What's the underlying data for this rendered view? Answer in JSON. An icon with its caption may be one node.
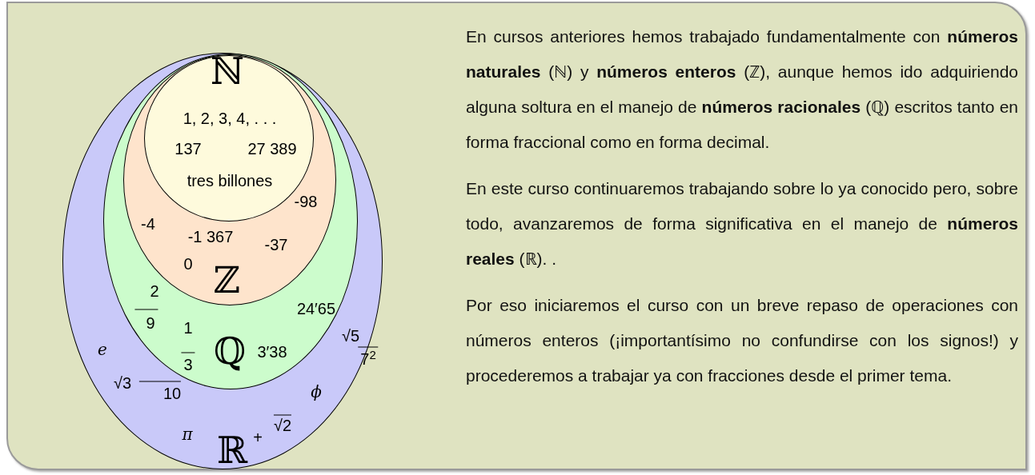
{
  "diagram": {
    "nodes": [
      {
        "text": [
          "En cursos anteriores hemos trabajado fundamentalmente con **números naturales** (ℕ) y **números enteros** (ℤ), aunque hemos ido adquiriendo alguna soltura en el manejo de **números racionales** (ℚ) escritos tanto en forma fraccional como en forma decimal.",
          "En este curso continuaremos trabajando sobre lo ya conocido pero, sobre todo, avanzaremos de forma significativa en el manejo de **números reales** (ℝ). .",
          "Por eso iniciaremos el curso con un breve repaso de operaciones con números enteros (¡importantísimo no confundirse con los signos!) y procederemos a trabajar ya con fracciones desde el primer tema."
        ]
      },
      {
        "text": [
          "ℝ"
        ],
        "in": 0
      },
      {
        "text": [
          "ℚ"
        ],
        "in": 1
      },
      {
        "text": [
          "ℤ"
        ],
        "in": 2
      },
      {
        "text": [
          "ℕ"
        ],
        "in": 3
      }
    ],
    "labels": [
      "1, 2, 3, 4, . . .",
      "137",
      "27 389",
      "tres billones",
      "-98",
      "-4",
      "-1 367",
      "-37",
      "0",
      "2",
      "9",
      "24′65",
      "e",
      "1",
      "3",
      "3′38",
      "√5",
      "7$^{2}$",
      "√3",
      "10",
      "ϕ",
      "+",
      "√2",
      "π"
    ]
  }
}
